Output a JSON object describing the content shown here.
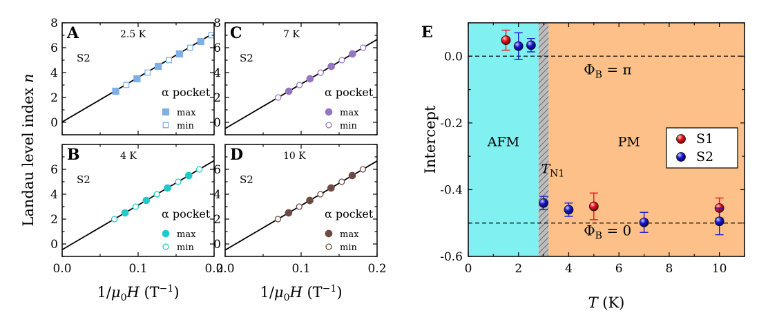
{
  "chart_data": [
    {
      "panel": "A",
      "type": "scatter",
      "temperature": "2.5 K",
      "sample": "S2",
      "legend_title": "α pocket",
      "legend": [
        "max",
        "min"
      ],
      "marker": "square",
      "color": "#7eb0e6",
      "xlim": [
        0,
        0.2
      ],
      "ylim": [
        -1,
        8
      ],
      "x_ticks": [],
      "y_ticks": [
        "0",
        "2",
        "4",
        "6",
        "8"
      ],
      "fit": {
        "slope": 35.8,
        "intercept": 0.03
      },
      "max": {
        "x": [
          0.0705,
          0.0985,
          0.1265,
          0.1545,
          0.1825
        ],
        "y": [
          2.5,
          3.5,
          4.5,
          5.5,
          6.5
        ]
      },
      "min": {
        "x": [
          0.0845,
          0.1125,
          0.1405,
          0.1685,
          0.1965
        ],
        "y": [
          3,
          4,
          5,
          6,
          7
        ]
      }
    },
    {
      "panel": "B",
      "type": "scatter",
      "temperature": "4 K",
      "sample": "S2",
      "legend_title": "α pocket",
      "legend": [
        "max",
        "min"
      ],
      "marker": "circle",
      "color": "#22c9c9",
      "xlim": [
        0,
        0.2
      ],
      "ylim": [
        -1,
        8
      ],
      "x_ticks": [
        "0.0",
        "0.1",
        "0.2"
      ],
      "y_ticks": [
        "0",
        "2",
        "4",
        "6"
      ],
      "fit": {
        "slope": 35.8,
        "intercept": -0.46
      },
      "max": {
        "x": [
          0.0827,
          0.1107,
          0.1387,
          0.1666
        ],
        "y": [
          2.5,
          3.5,
          4.5,
          5.5
        ]
      },
      "min": {
        "x": [
          0.0687,
          0.0967,
          0.1247,
          0.1527,
          0.1806
        ],
        "y": [
          2,
          3,
          4,
          5,
          6
        ]
      }
    },
    {
      "panel": "C",
      "type": "scatter",
      "temperature": "7 K",
      "sample": "S2",
      "legend_title": "α pocket",
      "legend": [
        "max",
        "min"
      ],
      "marker": "circle",
      "color": "#9676c2",
      "xlim": [
        0,
        0.2
      ],
      "ylim": [
        -1,
        8
      ],
      "x_ticks": [],
      "y_ticks": [
        "0",
        "2",
        "4",
        "6",
        "8"
      ],
      "fit": {
        "slope": 35.8,
        "intercept": -0.5
      },
      "max": {
        "x": [
          0.0838,
          0.1117,
          0.1397,
          0.1676
        ],
        "y": [
          2.5,
          3.5,
          4.5,
          5.5
        ]
      },
      "min": {
        "x": [
          0.0698,
          0.0978,
          0.1257,
          0.1536,
          0.1816
        ],
        "y": [
          2,
          3,
          4,
          5,
          6
        ]
      }
    },
    {
      "panel": "D",
      "type": "scatter",
      "temperature": "10 K",
      "sample": "S2",
      "legend_title": "α pocket",
      "legend": [
        "max",
        "min"
      ],
      "marker": "circle",
      "color": "#6e4a44",
      "xlim": [
        0,
        0.2
      ],
      "ylim": [
        -1,
        8
      ],
      "x_ticks": [
        "0.0",
        "0.1",
        "0.2"
      ],
      "y_ticks": [
        "0",
        "2",
        "4",
        "6"
      ],
      "fit": {
        "slope": 35.8,
        "intercept": -0.49
      },
      "max": {
        "x": [
          0.0835,
          0.1114,
          0.1394,
          0.1673
        ],
        "y": [
          2.5,
          3.5,
          4.5,
          5.5
        ]
      },
      "min": {
        "x": [
          0.0695,
          0.0975,
          0.1254,
          0.1534,
          0.1813
        ],
        "y": [
          2,
          3,
          4,
          5,
          6
        ]
      }
    },
    {
      "panel": "E",
      "type": "scatter",
      "xlabel_italic": "T",
      "xlabel_rest": " (K)",
      "ylabel": "Intercept",
      "xlim": [
        0,
        11
      ],
      "ylim": [
        -0.6,
        0.1
      ],
      "x_ticks": [
        "0",
        "2",
        "4",
        "6",
        "8",
        "10"
      ],
      "y_ticks": [
        "0.0",
        "-0.2",
        "-0.4",
        "-0.6"
      ],
      "regions": {
        "afm": {
          "label": "AFM",
          "from": 0,
          "to": 2.8,
          "color": "#80f0f0"
        },
        "transition": {
          "label_italic": "T",
          "label_sub": "N1",
          "from": 2.8,
          "to": 3.2
        },
        "pm": {
          "label": "PM",
          "from": 3.2,
          "to": 11,
          "color": "#fcc088"
        }
      },
      "hlines": [
        {
          "y": 0,
          "label_main": "Φ",
          "label_sub": "B",
          "label_rest": " = π"
        },
        {
          "y": -0.5,
          "label_main": "Φ",
          "label_sub": "B",
          "label_rest": " = 0"
        }
      ],
      "series": [
        {
          "name": "S1",
          "color": "#e8141c",
          "x": [
            1.5,
            5,
            10
          ],
          "y": [
            0.048,
            -0.45,
            -0.455
          ],
          "err": [
            0.03,
            0.04,
            0.03
          ]
        },
        {
          "name": "S2",
          "color": "#1a1ad8",
          "x": [
            2,
            2.5,
            3,
            4,
            7,
            10
          ],
          "y": [
            0.03,
            0.033,
            -0.44,
            -0.46,
            -0.498,
            -0.495
          ],
          "err": [
            0.04,
            0.02,
            0.02,
            0.02,
            0.03,
            0.04
          ]
        }
      ]
    }
  ],
  "shared_axes": {
    "y_label_main": "Landau level index ",
    "y_label_italic": "n",
    "x_label_pre": "1/",
    "x_label_mu": "μ",
    "x_label_sub": "0",
    "x_label_h": "H",
    "x_label_unit": " (T",
    "x_label_sup": "−1",
    "x_label_close": ")"
  }
}
